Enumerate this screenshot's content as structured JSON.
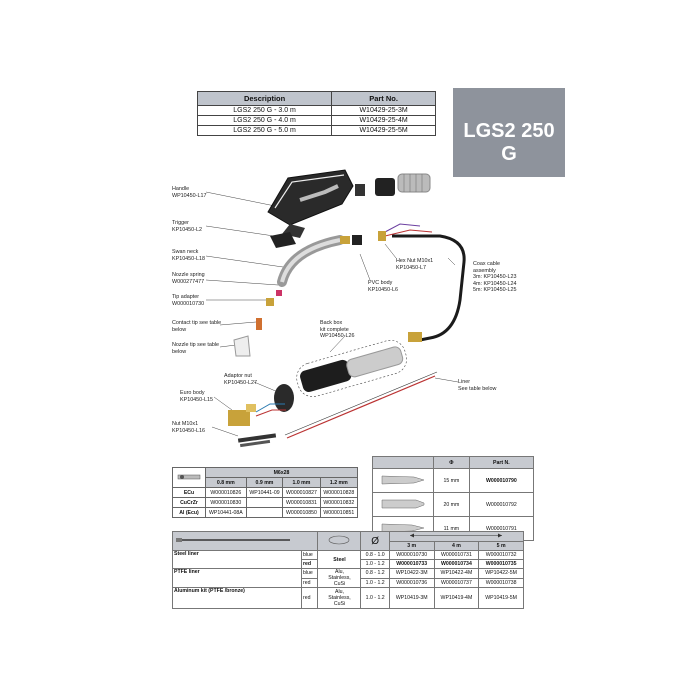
{
  "title_table": {
    "headers": [
      "Description",
      "Part No."
    ],
    "rows": [
      [
        "LGS2 250 G - 3.0 m",
        "W10429-25-3M"
      ],
      [
        "LGS2 250 G - 4.0 m",
        "W10429-25-4M"
      ],
      [
        "LGS2 250 G - 5.0 m",
        "W10429-25-5M"
      ]
    ]
  },
  "model": "LGS2 250 G",
  "labels": {
    "handle": "Handle\nWP10450-L17",
    "trigger": "Trigger\nKP10450-L2",
    "swan": "Swan neck\nKP10450-L18",
    "spring": "Nozzle spring\nW000277477",
    "tipadapter": "Tip adapter\nW000010730",
    "contact": "Contact tip see table\nbelow",
    "nozzle": "Nozzle tip see table\nbelow",
    "adaptor": "Adaptor nut\nKP10450-L27",
    "euro": "Euro body\nKP10450-L15",
    "nut": "Nut M10x1\nKP10450-L16",
    "backbox": "Back box\nkit complete\nWP10450-L26",
    "pvc": "PVC body\nKP10450-L6",
    "hexnut": "Hex Nut M10x1\nKP10450-L7",
    "coax": "Coax cable\nassembly\n3m: KP10450-L23\n4m: KP10450-L24\n5m: KP10450-L25",
    "liner": "Liner\nSee table below"
  },
  "tips": {
    "thread": "M6x28",
    "sizes": [
      "0.8 mm",
      "0.9 mm",
      "1.0 mm",
      "1.2 mm"
    ],
    "rows": [
      {
        "mat": "ECu",
        "vals": [
          "W000010826",
          "WP10441-09",
          "W000010827",
          "W000010828"
        ]
      },
      {
        "mat": "CuCrZr",
        "vals": [
          "W000010830",
          "",
          "W000010831",
          "W000010832"
        ]
      },
      {
        "mat": "Al (Ecu)",
        "vals": [
          "WP10441-08A",
          "",
          "W000010850",
          "W000010851"
        ]
      }
    ]
  },
  "nozzles": {
    "headers": [
      "Φ",
      "Part N."
    ],
    "rows": [
      [
        "15 mm",
        "W000010790"
      ],
      [
        "20 mm",
        "W000010792"
      ],
      [
        "11 mm",
        "W000010791"
      ]
    ]
  },
  "liners": {
    "diam_symbol": "Ø",
    "lengths": [
      "3 m",
      "4 m",
      "5 m"
    ],
    "steel": {
      "name": "Steel liner",
      "wire": "Steel",
      "rows": [
        {
          "color": "blue",
          "d": "0.8 - 1.0",
          "p": [
            "W000010730",
            "W000010731",
            "W000010732"
          ]
        },
        {
          "color": "red",
          "d": "1.0 - 1.2",
          "p": [
            "W000010733",
            "W000010734",
            "W000010735"
          ]
        }
      ]
    },
    "ptfe": {
      "name": "PTFE liner",
      "wire": "Alu,\nStainless,\nCuSi",
      "rows": [
        {
          "color": "blue",
          "d": "0.8 - 1.2",
          "p": [
            "WP10422-3M",
            "WP10422-4M",
            "WP10422-5M"
          ]
        },
        {
          "color": "red",
          "d": "1.0 - 1.2",
          "p": [
            "W000010736",
            "W000010737",
            "W000010738"
          ]
        }
      ]
    },
    "alu": {
      "name": "Aluminum kit (PTFE /bronze)",
      "wire": "Alu,\nStainless,\nCuSi",
      "rows": [
        {
          "color": "red",
          "d": "1.0 - 1.2",
          "p": [
            "WP10419-3M",
            "WP10419-4M",
            "WP10419-5M"
          ]
        }
      ]
    }
  }
}
